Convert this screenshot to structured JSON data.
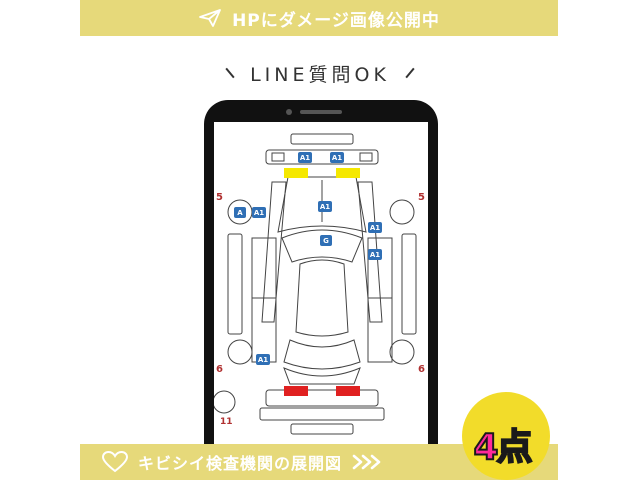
{
  "top_banner": {
    "text": "HPにダメージ画像公開中",
    "icon": "paper-plane-icon"
  },
  "line_heading": {
    "text": "LINE質問OK"
  },
  "diagram": {
    "side_numbers": {
      "front_left": "5",
      "front_right": "5",
      "rear_left": "6",
      "rear_right": "6",
      "spare": "11"
    },
    "markers": [
      {
        "label": "A1"
      },
      {
        "label": "A1"
      },
      {
        "label": "A"
      },
      {
        "label": "A1"
      },
      {
        "label": "A1"
      },
      {
        "label": "G"
      },
      {
        "label": "A1"
      },
      {
        "label": "A1"
      },
      {
        "label": "A1"
      }
    ],
    "colors": {
      "marker": "#2f6fb5",
      "headlight": "#f5e800",
      "taillight": "#e02020",
      "number": "#b03030"
    }
  },
  "bottom_banner": {
    "text": "キビシイ検査機関の展開図",
    "icon": "heart-outline-icon",
    "arrow_icon": "double-chevron-right-icon"
  },
  "badge": {
    "text": "4点"
  },
  "colors": {
    "banner": "#e6d97a",
    "badge_circle": "#f2dc2a",
    "badge_text": "#ff2a9a"
  }
}
